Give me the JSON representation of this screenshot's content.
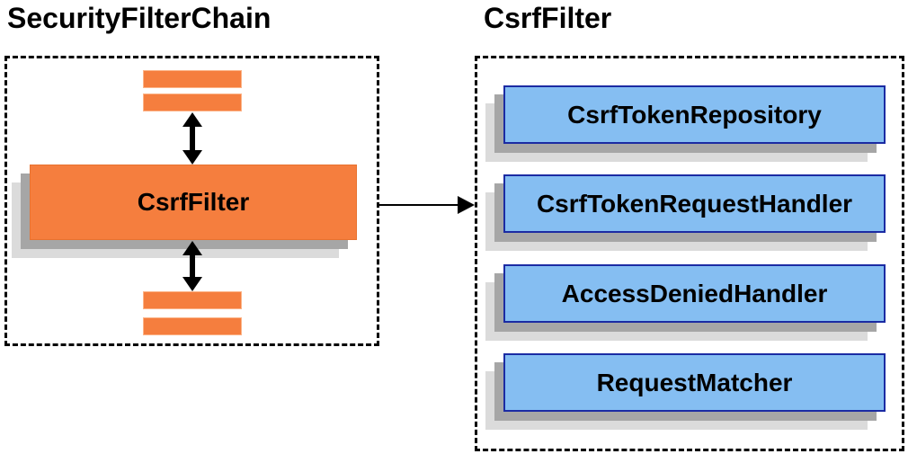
{
  "left_panel": {
    "title": "SecurityFilterChain",
    "filter_label": "CsrfFilter"
  },
  "right_panel": {
    "title": "CsrfFilter",
    "components": [
      "CsrfTokenRepository",
      "CsrfTokenRequestHandler",
      "AccessDeniedHandler",
      "RequestMatcher"
    ]
  },
  "colors": {
    "orange": "#F57E3E",
    "orange_edge": "#E8722F",
    "orange_light_edge": "#FCB488",
    "blue": "#85BEF2",
    "blue_border": "#1B2BA3",
    "shadow_dark": "#A6A6A6",
    "shadow_light": "#DBDBDB",
    "arrow": "#000000",
    "border_dash": "#000000"
  }
}
